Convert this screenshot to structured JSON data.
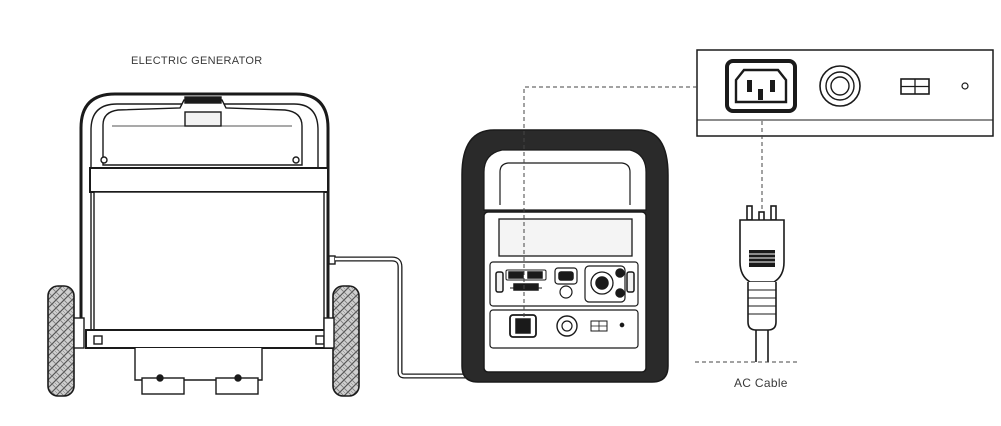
{
  "labels": {
    "generator": "ELECTRIC GENERATOR",
    "ac_cable": "AC Cable"
  },
  "colors": {
    "line": "#1a1a1a",
    "fill_dark": "#d9d9d9",
    "fill_light": "#f2f2f2",
    "background": "#ffffff"
  },
  "icons": [
    "generator",
    "tire-tread",
    "power-station",
    "ac-inlet",
    "fuse-knob",
    "dc-switch",
    "ac-plug",
    "dashed-connector"
  ]
}
